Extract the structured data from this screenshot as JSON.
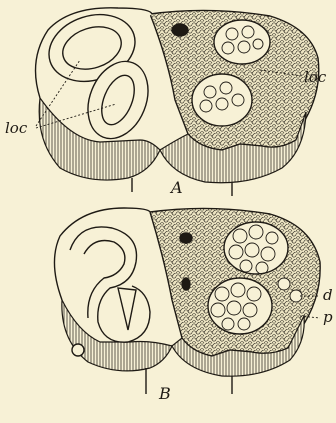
{
  "labels": {
    "loc_left": "loc",
    "loc_right": "loc",
    "figure_a": "A",
    "figure_b": "B",
    "d": "d",
    "p": "p"
  },
  "colors": {
    "paper": "#f7f1d6",
    "ink": "#1e1a14",
    "tissue_fill": "#ece4c2"
  }
}
